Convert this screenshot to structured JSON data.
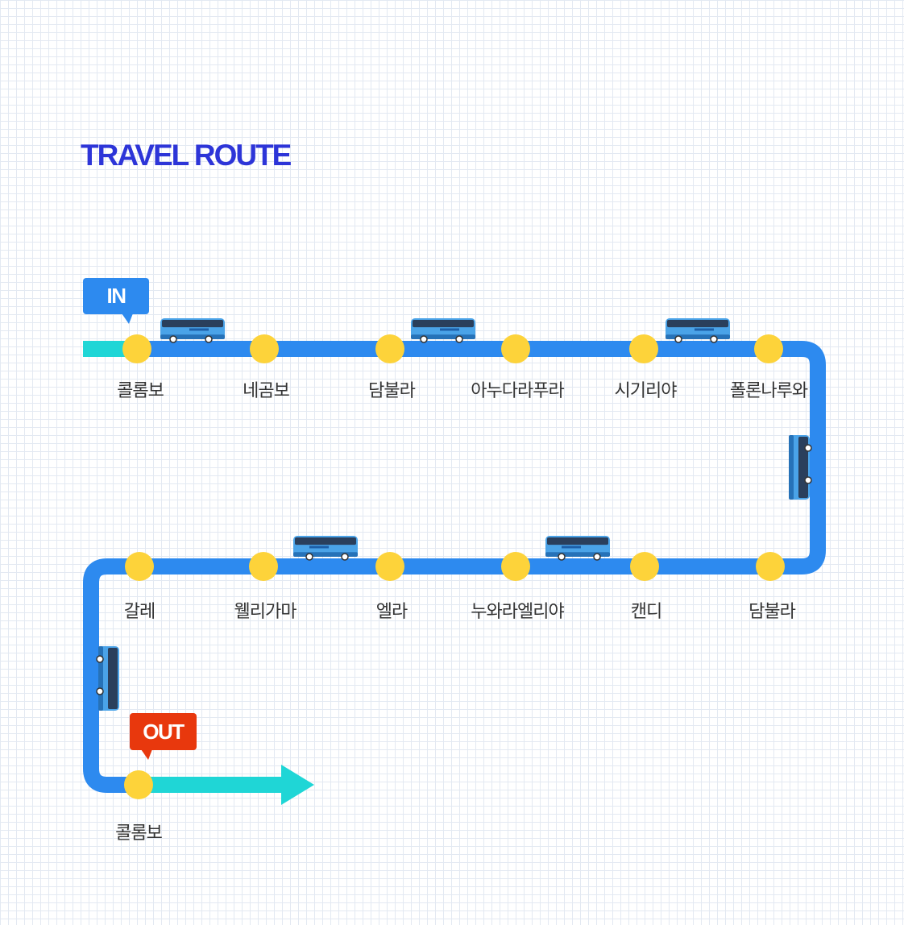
{
  "title": "TRAVEL ROUTE",
  "badges": {
    "in": "IN",
    "out": "OUT"
  },
  "colors": {
    "route": "#2d8aef",
    "start_end": "#1fd6d6",
    "stop": "#fdd33a",
    "title": "#2d35d8",
    "in_badge": "#2d8aef",
    "out_badge": "#e8380d",
    "bus": "#4aa3e8"
  },
  "stops": [
    {
      "name": "콜롬보"
    },
    {
      "name": "네곰보"
    },
    {
      "name": "담불라"
    },
    {
      "name": "아누다라푸라"
    },
    {
      "name": "시기리야"
    },
    {
      "name": "폴론나루와"
    },
    {
      "name": "담불라"
    },
    {
      "name": "캔디"
    },
    {
      "name": "누와라엘리야"
    },
    {
      "name": "엘라"
    },
    {
      "name": "웰리가마"
    },
    {
      "name": "갈레"
    },
    {
      "name": "콜롬보"
    }
  ],
  "icons": {
    "bus": "bus-icon",
    "arrow": "arrow-icon"
  }
}
